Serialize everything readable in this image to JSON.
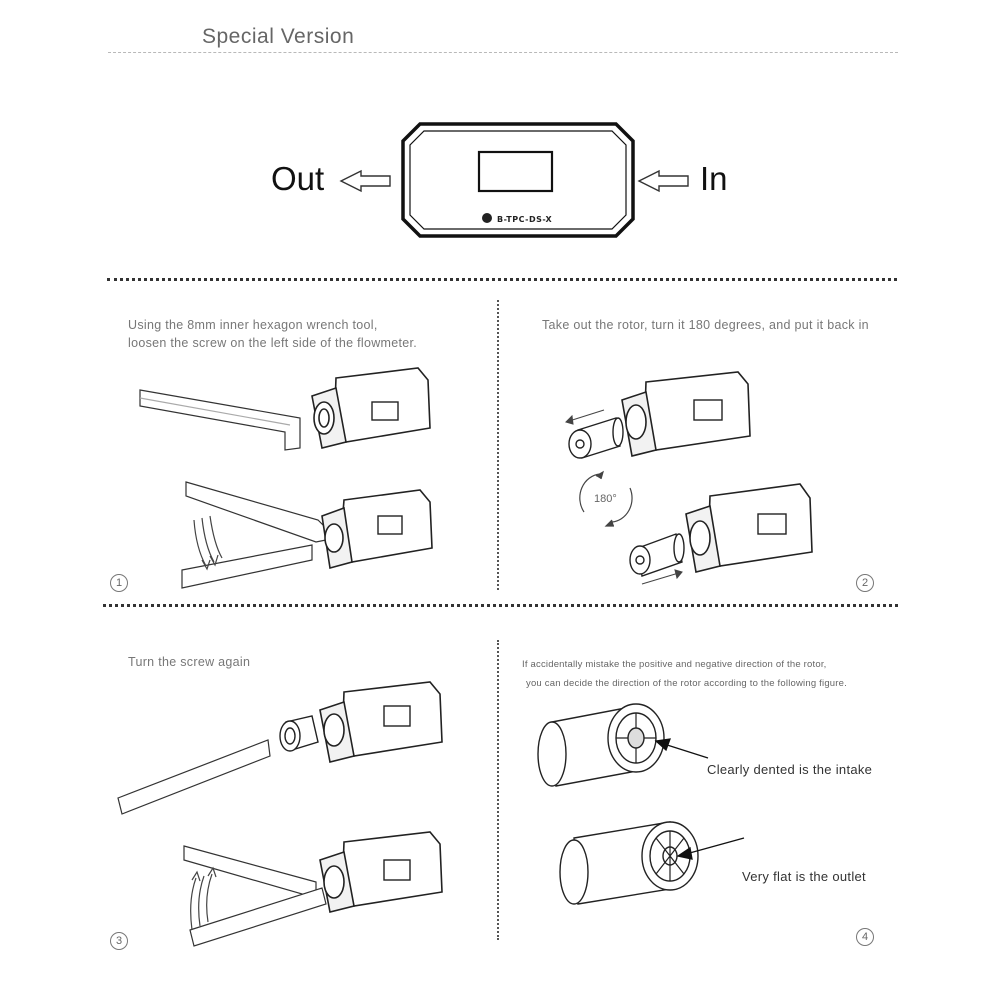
{
  "header": {
    "title": "Special Version"
  },
  "top_device": {
    "out_label": "Out",
    "in_label": "In",
    "model_text": "B-TPC-DS-X"
  },
  "steps": [
    {
      "number": "1",
      "text_lines": [
        "Using the 8mm inner hexagon wrench tool,",
        "loosen the screw on the left side of the flowmeter."
      ]
    },
    {
      "number": "2",
      "text_lines": [
        "Take out the rotor, turn it 180 degrees, and put it back in"
      ],
      "rotation_label": "180°"
    },
    {
      "number": "3",
      "text_lines": [
        "Turn the screw again"
      ]
    },
    {
      "number": "4",
      "text_lines": [
        "If accidentally mistake the positive and negative direction of the rotor,",
        "you can decide the direction of the rotor according to the following figure."
      ],
      "callouts": [
        "Clearly dented is the intake",
        "Very flat is the outlet"
      ]
    }
  ]
}
